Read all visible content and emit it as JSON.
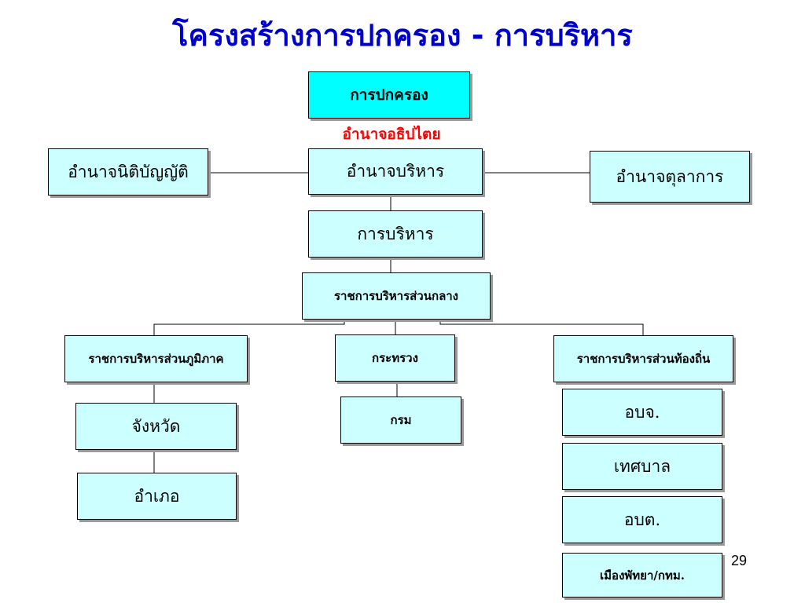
{
  "slide": {
    "title": "โครงสร้างการปกครอง - การบริหาร",
    "page_number": "29",
    "accent_color": "#0000cc",
    "box_fill": "#ccffff",
    "root_fill": "#00ffff",
    "highlight_color": "#ff0000"
  },
  "chart": {
    "governance": "การปกครอง",
    "sovereignty": "อำนาจอธิปไตย",
    "legislative": "อำนาจนิติบัญญัติ",
    "executive": "อำนาจบริหาร",
    "judicial": "อำนาจตุลาการ",
    "administration": "การบริหาร",
    "central": "ราชการบริหารส่วนกลาง",
    "regional": "ราชการบริหารส่วนภูมิภาค",
    "ministry": "กระทรวง",
    "local": "ราชการบริหารส่วนท้องถิ่น",
    "province": "จังหวัด",
    "department": "กรม",
    "district": "อำเภอ",
    "pao": "อบจ.",
    "municipality": "เทศบาล",
    "tao": "อบต.",
    "special": "เมืองพัทยา/กทม."
  }
}
